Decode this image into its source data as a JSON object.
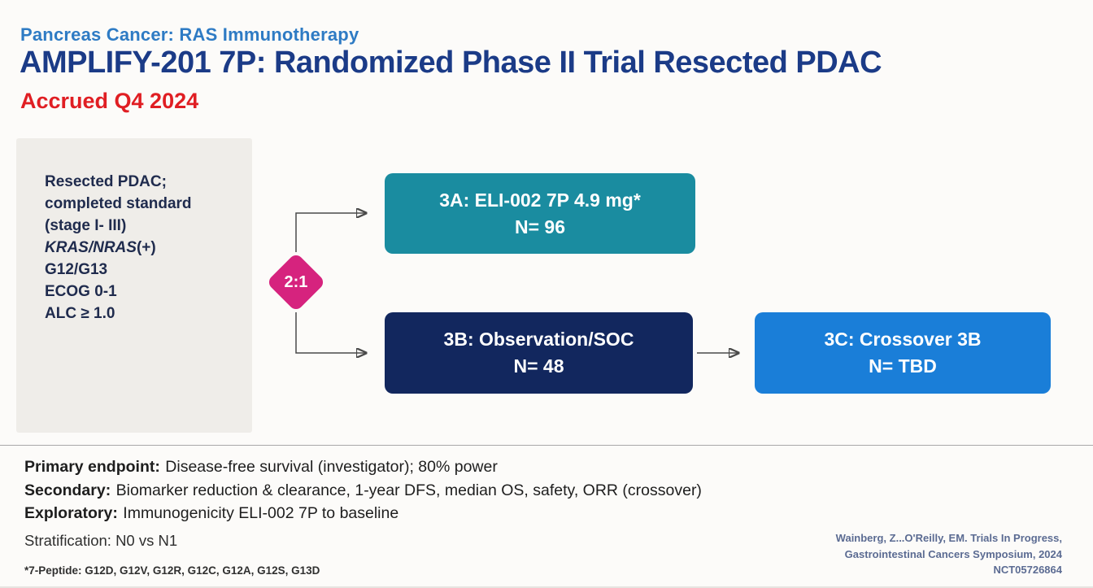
{
  "header": {
    "kicker": "Pancreas Cancer: RAS Immunotherapy",
    "title": "AMPLIFY-201 7P: Randomized Phase II Trial Resected PDAC",
    "accrual": "Accrued Q4 2024"
  },
  "eligibility": {
    "line1a": "Resected PDAC;",
    "line1b": "completed standard",
    "line1c": "(stage I- III)",
    "kras_gene": "KRAS/NRAS",
    "kras_suffix": "(+)",
    "kras_line2": "G12/G13",
    "ecog": "ECOG 0-1",
    "alc": "ALC ≥ 1.0"
  },
  "randomization": {
    "ratio": "2:1"
  },
  "arms": {
    "a": {
      "line1": "3A: ELI-002 7P 4.9 mg*",
      "line2": "N= 96"
    },
    "b": {
      "line1": "3B: Observation/SOC",
      "line2": "N= 48"
    },
    "c": {
      "line1": "3C: Crossover 3B",
      "line2": "N= TBD"
    }
  },
  "endpoints": [
    {
      "label": "Primary endpoint:",
      "text": "Disease-free survival (investigator); 80% power"
    },
    {
      "label": "Secondary:",
      "text": "Biomarker reduction & clearance, 1-year DFS, median OS, safety, ORR (crossover)"
    },
    {
      "label": "Exploratory:",
      "text": "Immunogenicity ELI-002 7P to baseline"
    }
  ],
  "stratification": "Stratification: N0 vs N1",
  "footnote": "*7-Peptide: G12D, G12V, G12R, G12C, G12A, G12S, G13D",
  "citation": {
    "line1": "Wainberg, Z...O'Reilly, EM. Trials In Progress,",
    "line2": "Gastrointestinal Cancers Symposium, 2024",
    "line3": "NCT05726864"
  },
  "colors": {
    "kicker_blue": "#2E7BC4",
    "title_navy": "#1B3B87",
    "accrual_red": "#E01E23",
    "panel_bg": "#EFEDE9",
    "panel_text": "#1F2B4D",
    "arm_a_teal": "#1A8CA0",
    "arm_b_navy": "#12275E",
    "arm_c_blue": "#1A7ED8",
    "diamond_magenta": "#D6237E",
    "citation_slate": "#5B6B92"
  }
}
